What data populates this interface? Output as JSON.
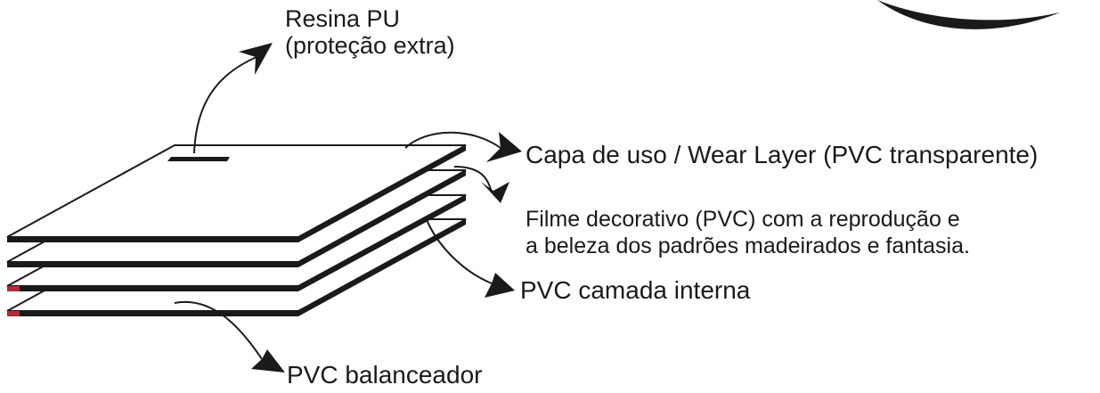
{
  "labels": {
    "resina_line1": "Resina PU",
    "resina_line2": "(proteção extra)",
    "capa": "Capa de uso / Wear Layer (PVC transparente)",
    "filme_line1": "Filme  decorativo (PVC) com a reprodução e",
    "filme_line2": "a beleza dos padrões madeirados e fantasia.",
    "pvc_interna": "PVC camada interna",
    "pvc_balanceador": "PVC balanceador"
  },
  "colors": {
    "outline": "#1a1a1a",
    "layer_fill": "#ffffff",
    "edge_accent": "#b22a3a"
  }
}
